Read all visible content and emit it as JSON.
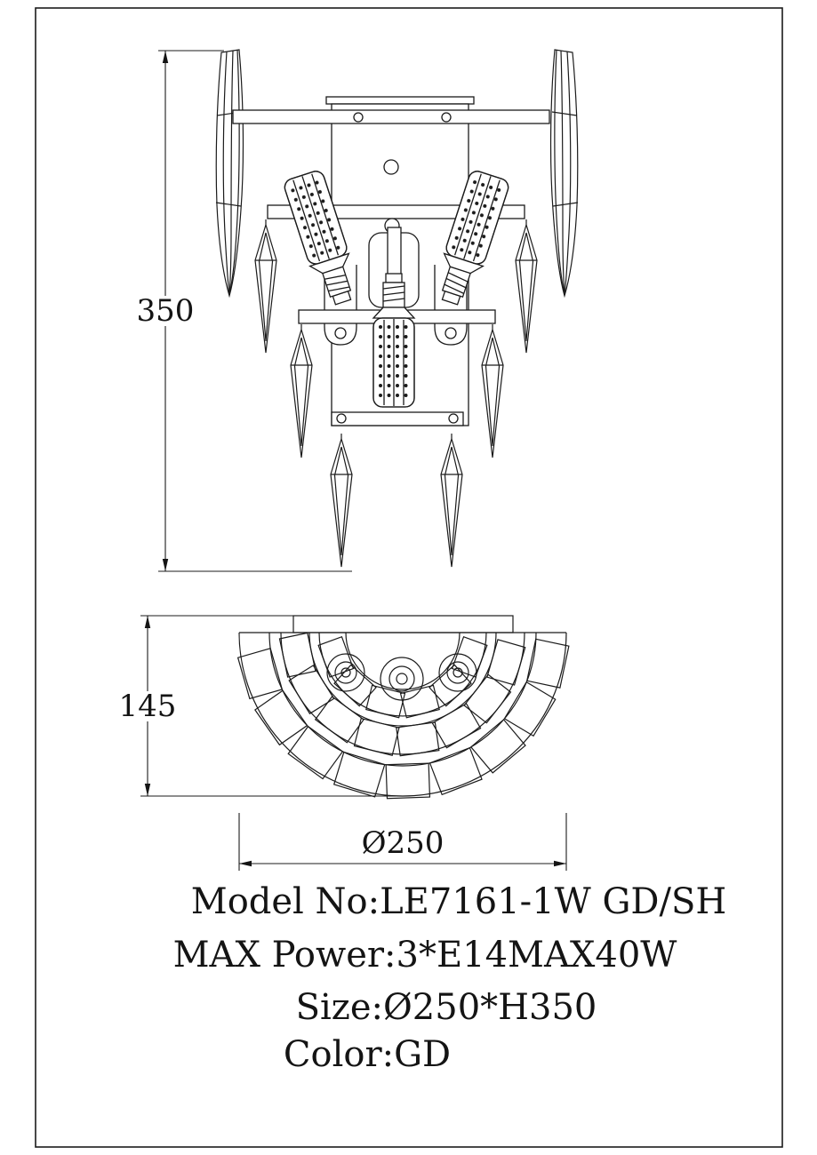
{
  "dimensions": {
    "height": "350",
    "depth": "145",
    "diameter": "Ø250"
  },
  "specs": {
    "model": "Model No:LE7161-1W GD/SH",
    "power": "MAX Power:3*E14MAX40W",
    "size": "Size:Ø250*H350",
    "color": "Color:GD"
  }
}
